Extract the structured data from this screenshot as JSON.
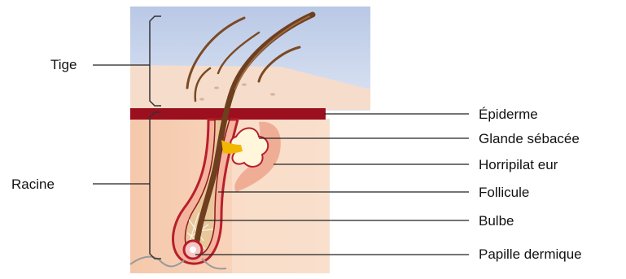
{
  "diagram": {
    "left_labels": {
      "tige": "Tige",
      "racine": "Racine"
    },
    "right_labels": {
      "epiderme": "Épiderme",
      "glande_sebacee": "Glande sébacée",
      "horripilateur": "Horripilat eur",
      "follicule": "Follicule",
      "bulbe": "Bulbe",
      "papille_dermique": "Papille dermique"
    },
    "colors": {
      "sky": "#c7d3ea",
      "skin_surface": "#f6dccb",
      "dermis": "#f7cfb3",
      "epidermis_band": "#9b0f1f",
      "hair": "#7a4a24",
      "follicle_outline": "#b81f2b",
      "gland": "#fff6dc",
      "sebum": "#f2b800",
      "muscle": "#eea58c",
      "nerve": "#9a9a9a"
    }
  }
}
